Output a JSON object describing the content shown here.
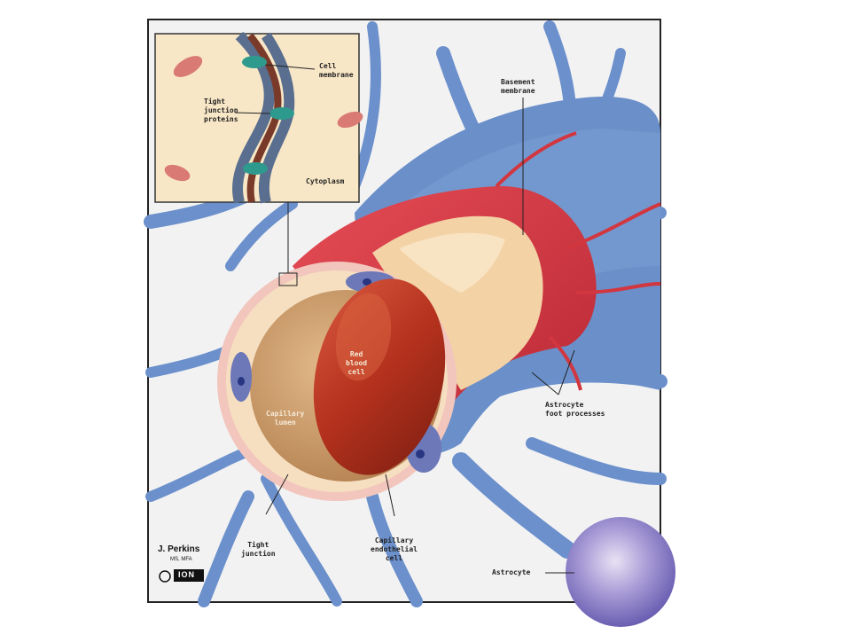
{
  "labels": {
    "cell_membrane": "Cell\nmembrane",
    "tight_junction_proteins": "Tight\njunction\nproteins",
    "cytoplasm": "Cytoplasm",
    "basement_membrane": "Basement\nmembrane",
    "red_blood_cell": "Red\nblood\ncell",
    "capillary_lumen": "Capillary\nlumen",
    "astrocyte_foot_processes": "Astrocyte\nfoot processes",
    "tight_junction": "Tight\njunction",
    "capillary_endothelial_cell": "Capillary\nendothelial\ncell",
    "astrocyte": "Astrocyte"
  },
  "credit": {
    "author": "J. Perkins",
    "degree": "MS, MFA",
    "logo_text": "ION"
  },
  "colors": {
    "background": "#f2f2f3",
    "astrocyte_blue": "#5f86c4",
    "basement_red": "#d63a46",
    "cytoplasm_tan": "#f6e2bf",
    "rbc_red": "#b8341f",
    "inset_bg": "#f8e7c6"
  }
}
